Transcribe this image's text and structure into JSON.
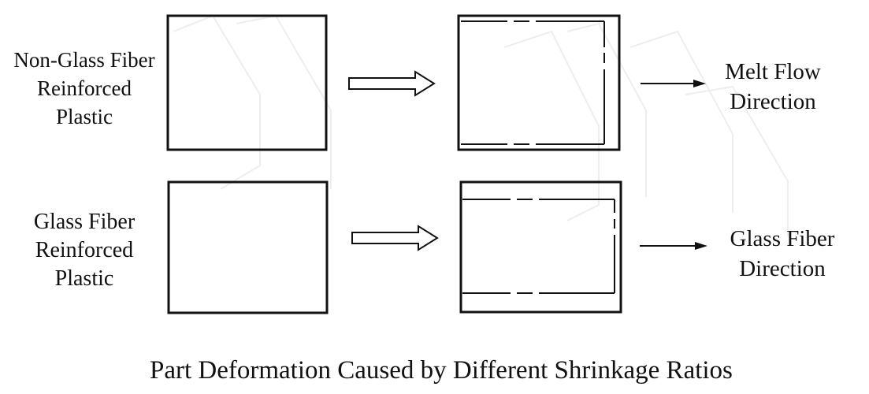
{
  "diagram": {
    "rows": [
      {
        "material_label": [
          "Non-Glass Fiber",
          "Reinforced",
          "Plastic"
        ],
        "direction_label": [
          "Melt Flow",
          "Direction"
        ]
      },
      {
        "material_label": [
          "Glass Fiber",
          "Reinforced",
          "Plastic"
        ],
        "direction_label": [
          "Glass Fiber",
          "Direction"
        ]
      }
    ],
    "caption": "Part Deformation Caused by Different Shrinkage Ratios",
    "colors": {
      "stroke": "#111111",
      "background": "#ffffff",
      "watermark": "#eeeeee"
    }
  }
}
